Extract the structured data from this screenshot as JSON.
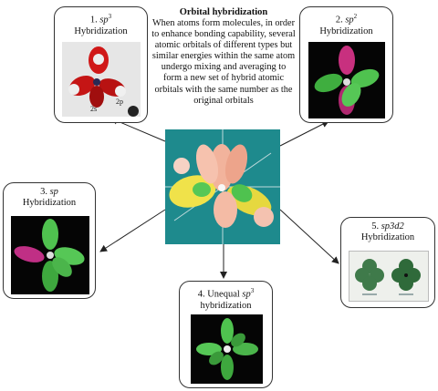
{
  "center": {
    "title": "Orbital hybridization",
    "description": "When atoms form molecules, in order to enhance bonding capability, several atomic orbitals of different types but similar energies within the same atom undergo mixing and averaging to form a new set of hybrid atomic orbitals with the same number as the original orbitals"
  },
  "boxes": {
    "sp3": {
      "number": "1.",
      "name": "sp",
      "sup": "3",
      "label": "Hybridization",
      "orbital_2s": "2s",
      "orbital_2p": "2p"
    },
    "sp2": {
      "number": "2.",
      "name": "sp",
      "sup": "2",
      "label": "Hybridization"
    },
    "sp": {
      "number": "3.",
      "name": "sp",
      "label": "Hybridization"
    },
    "unequal_sp3": {
      "prefix": "4. Unequal",
      "name": "sp",
      "sup": "3",
      "label": "hybridization"
    },
    "sp3d2": {
      "number": "5.",
      "name": "sp3d2",
      "label": "Hybridization"
    }
  },
  "colors": {
    "lobe_green": "#4fc24f",
    "lobe_magenta": "#d43a8f",
    "lobe_red": "#cc1b1b",
    "lobe_peach": "#f2b39c",
    "lobe_yellow": "#f0e24a",
    "center_background": "#1e8a8d",
    "arrow": "#222222"
  }
}
